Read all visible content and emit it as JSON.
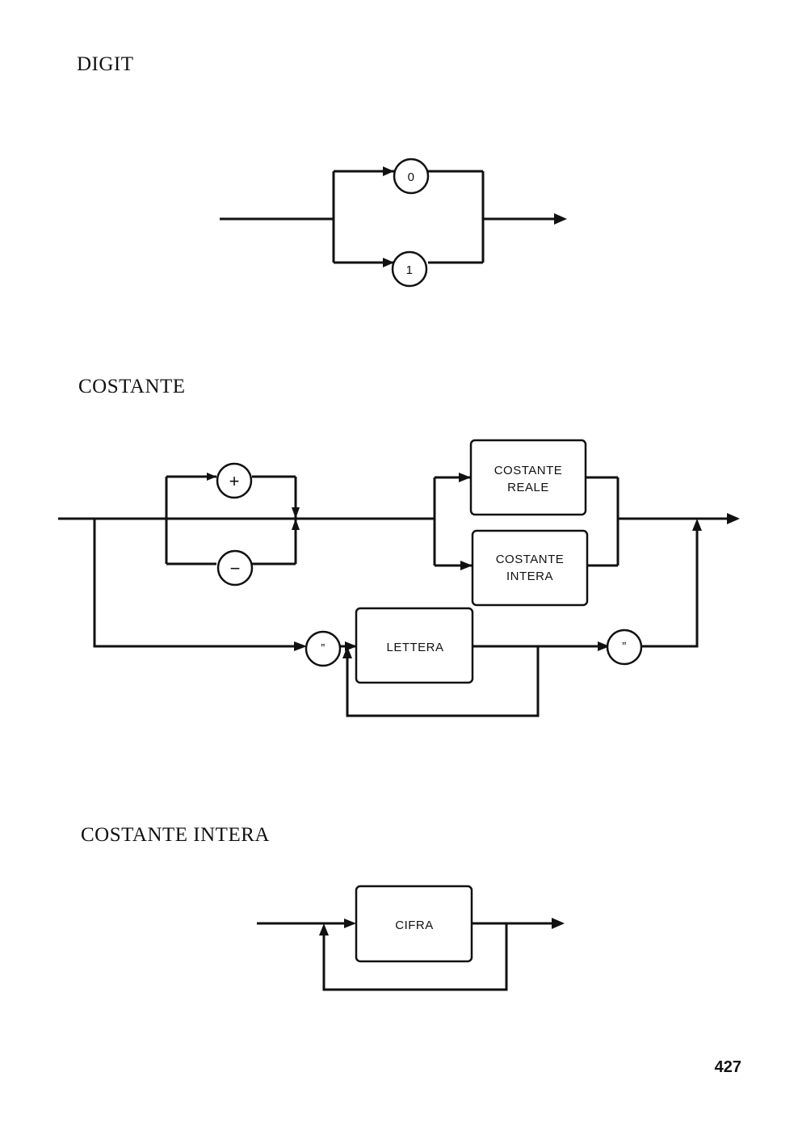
{
  "headings": {
    "digit": "DIGIT",
    "costante": "COSTANTE",
    "costante_intera": "COSTANTE INTERA"
  },
  "digit_diagram": {
    "zero": "0",
    "one": "1"
  },
  "costante_diagram": {
    "plus": "+",
    "minus": "−",
    "costante_reale": [
      "COSTANTE",
      "REALE"
    ],
    "costante_intera": [
      "COSTANTE",
      "INTERA"
    ],
    "quote_open": "”",
    "lettera": "LETTERA",
    "quote_close": "”"
  },
  "intera_diagram": {
    "cifra": "CIFRA"
  },
  "page_number": "427"
}
